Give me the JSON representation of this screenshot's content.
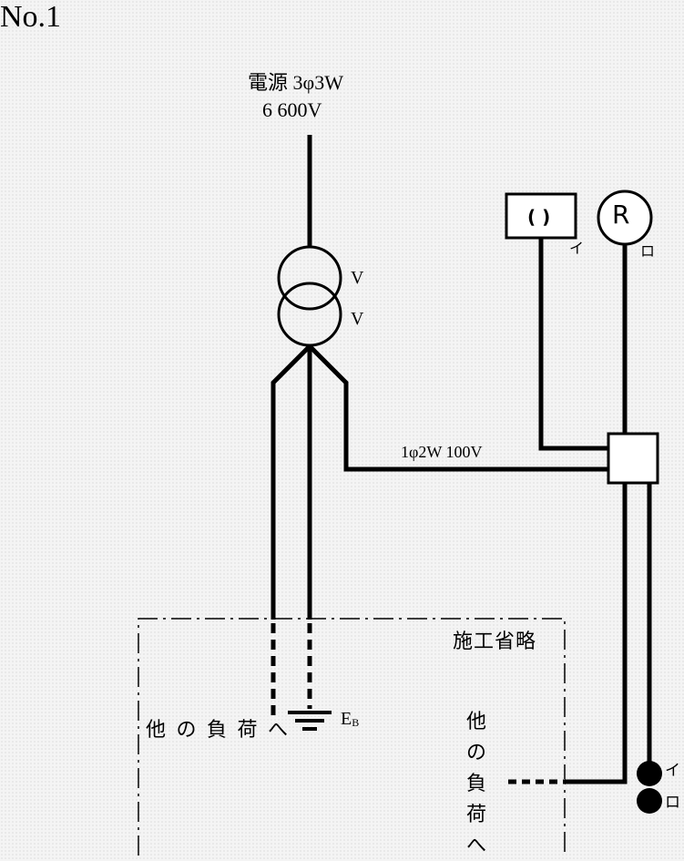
{
  "title": "No.1",
  "source": {
    "line1": "電源 3φ3W",
    "line2": "6 600V"
  },
  "transformer": {
    "winding_upper": "V",
    "winding_lower": "V"
  },
  "supply_label": "1φ2W 100V",
  "omitted_area_label": "施工省略",
  "other_load_horizontal": "他 の 負 荷 へ",
  "other_load_vertical": "他の負荷へ",
  "earth_label": {
    "main": "E",
    "sub": "B"
  },
  "fixture_box_symbol": "( )",
  "receptacle_symbol": "R",
  "label_i": "イ",
  "label_ro": "ロ",
  "terminal_i": "イ",
  "terminal_ro": "ロ",
  "colors": {
    "line": "#000000",
    "background": "#f4f4f4"
  }
}
